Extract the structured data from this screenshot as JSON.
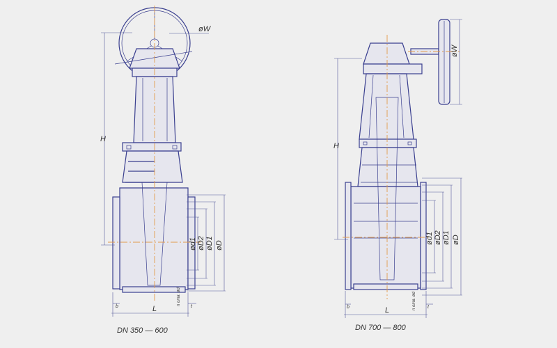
{
  "labels": {
    "w": "øW",
    "h": "H",
    "l": "L",
    "d1": "ød1",
    "d2": "øD2",
    "d1_big": "øD1",
    "d": "øD",
    "holes": "n отв. ød",
    "b": "b",
    "t": "t"
  },
  "captions": {
    "left": "DN 350 — 600",
    "right": "DN 700 — 800"
  },
  "colors": {
    "outline": "#3a3f8f",
    "axis": "#e39a4a",
    "background": "#efefef"
  }
}
